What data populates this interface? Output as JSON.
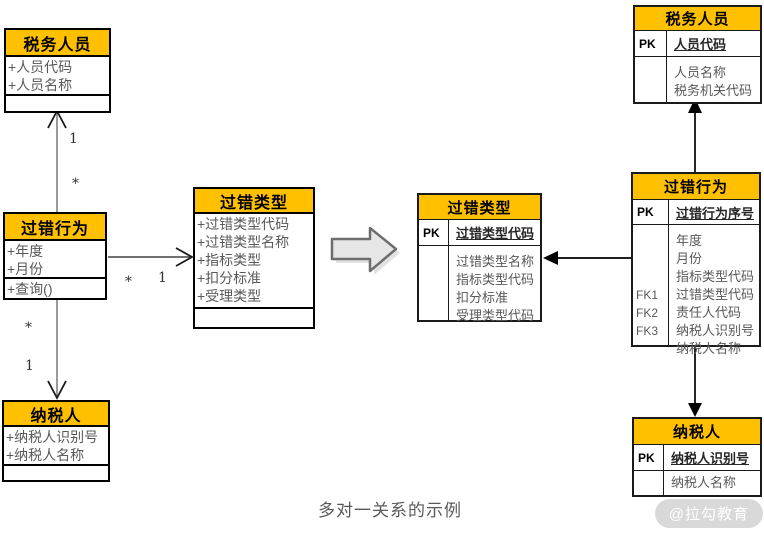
{
  "colors": {
    "header_fill": "#FFC000",
    "border": "#000000",
    "attr_text": "#595959",
    "caption_text": "#595959"
  },
  "left_diagram": {
    "tax_officer": {
      "title": "税务人员",
      "attrs": [
        "+人员代码",
        "+人员名称"
      ]
    },
    "fault_behavior": {
      "title": "过错行为",
      "attrs": [
        "+年度",
        "+月份"
      ],
      "ops": [
        "+查询()"
      ]
    },
    "fault_type": {
      "title": "过错类型",
      "attrs": [
        "+过错类型代码",
        "+过错类型名称",
        "+指标类型",
        "+扣分标准",
        "+受理类型"
      ]
    },
    "taxpayer": {
      "title": "纳税人",
      "attrs": [
        "+纳税人识别号",
        "+纳税人名称"
      ]
    }
  },
  "right_diagram": {
    "tax_officer": {
      "title": "税务人员",
      "pk_label": "PK",
      "pk_field": "人员代码",
      "rows": [
        {
          "key": "",
          "field": "人员名称"
        },
        {
          "key": "",
          "field": "税务机关代码"
        }
      ]
    },
    "fault_type": {
      "title": "过错类型",
      "pk_label": "PK",
      "pk_field": "过错类型代码",
      "rows": [
        {
          "key": "",
          "field": "过错类型名称"
        },
        {
          "key": "",
          "field": "指标类型代码"
        },
        {
          "key": "",
          "field": "扣分标准"
        },
        {
          "key": "",
          "field": "受理类型代码"
        }
      ]
    },
    "fault_behavior": {
      "title": "过错行为",
      "pk_label": "PK",
      "pk_field": "过错行为序号",
      "rows": [
        {
          "key": "",
          "field": "年度"
        },
        {
          "key": "",
          "field": "月份"
        },
        {
          "key": "",
          "field": "指标类型代码"
        },
        {
          "key": "FK1",
          "field": "过错类型代码"
        },
        {
          "key": "FK2",
          "field": "责任人代码"
        },
        {
          "key": "FK3",
          "field": "纳税人识别号"
        },
        {
          "key": "",
          "field": "纳税人名称"
        }
      ]
    },
    "taxpayer": {
      "title": "纳税人",
      "pk_label": "PK",
      "pk_field": "纳税人识别号",
      "rows": [
        {
          "key": "",
          "field": "纳税人名称"
        }
      ]
    }
  },
  "multiplicities": {
    "officer_one": "1",
    "officer_many": "*",
    "type_many": "*",
    "type_one": "1",
    "taxpayer_many": "*",
    "taxpayer_one": "1"
  },
  "caption": "多对一关系的示例",
  "watermark": "@拉勾教育"
}
